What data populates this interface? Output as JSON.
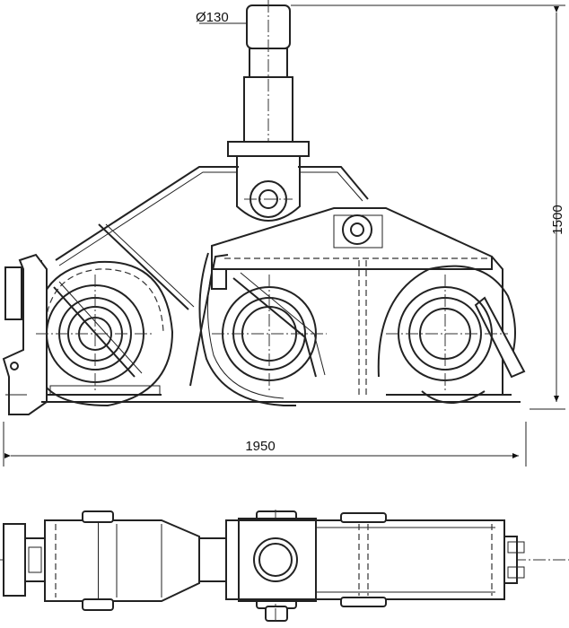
{
  "dimensions": {
    "shaft_diameter": "Ø130",
    "height": "1500",
    "width": "1950"
  },
  "views": [
    "side-view",
    "top-view"
  ]
}
